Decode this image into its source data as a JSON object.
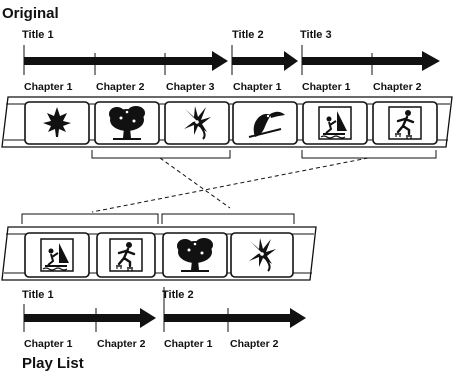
{
  "original": {
    "heading": "Original",
    "titles": [
      "Title 1",
      "Title 2",
      "Title 3"
    ],
    "chapters": [
      "Chapter 1",
      "Chapter 2",
      "Chapter 3",
      "Chapter 1",
      "Chapter 1",
      "Chapter 2"
    ],
    "frames": [
      "leaf-icon",
      "tree-icon",
      "lily-icon",
      "toucan-icon",
      "windsurfer-icon",
      "skater-icon"
    ]
  },
  "playlist": {
    "heading": "Play List",
    "titles": [
      "Title 1",
      "Title 2"
    ],
    "chapters": [
      "Chapter 1",
      "Chapter 2",
      "Chapter 1",
      "Chapter 2"
    ],
    "frames": [
      "windsurfer-icon",
      "skater-icon",
      "tree-icon",
      "lily-icon"
    ]
  }
}
